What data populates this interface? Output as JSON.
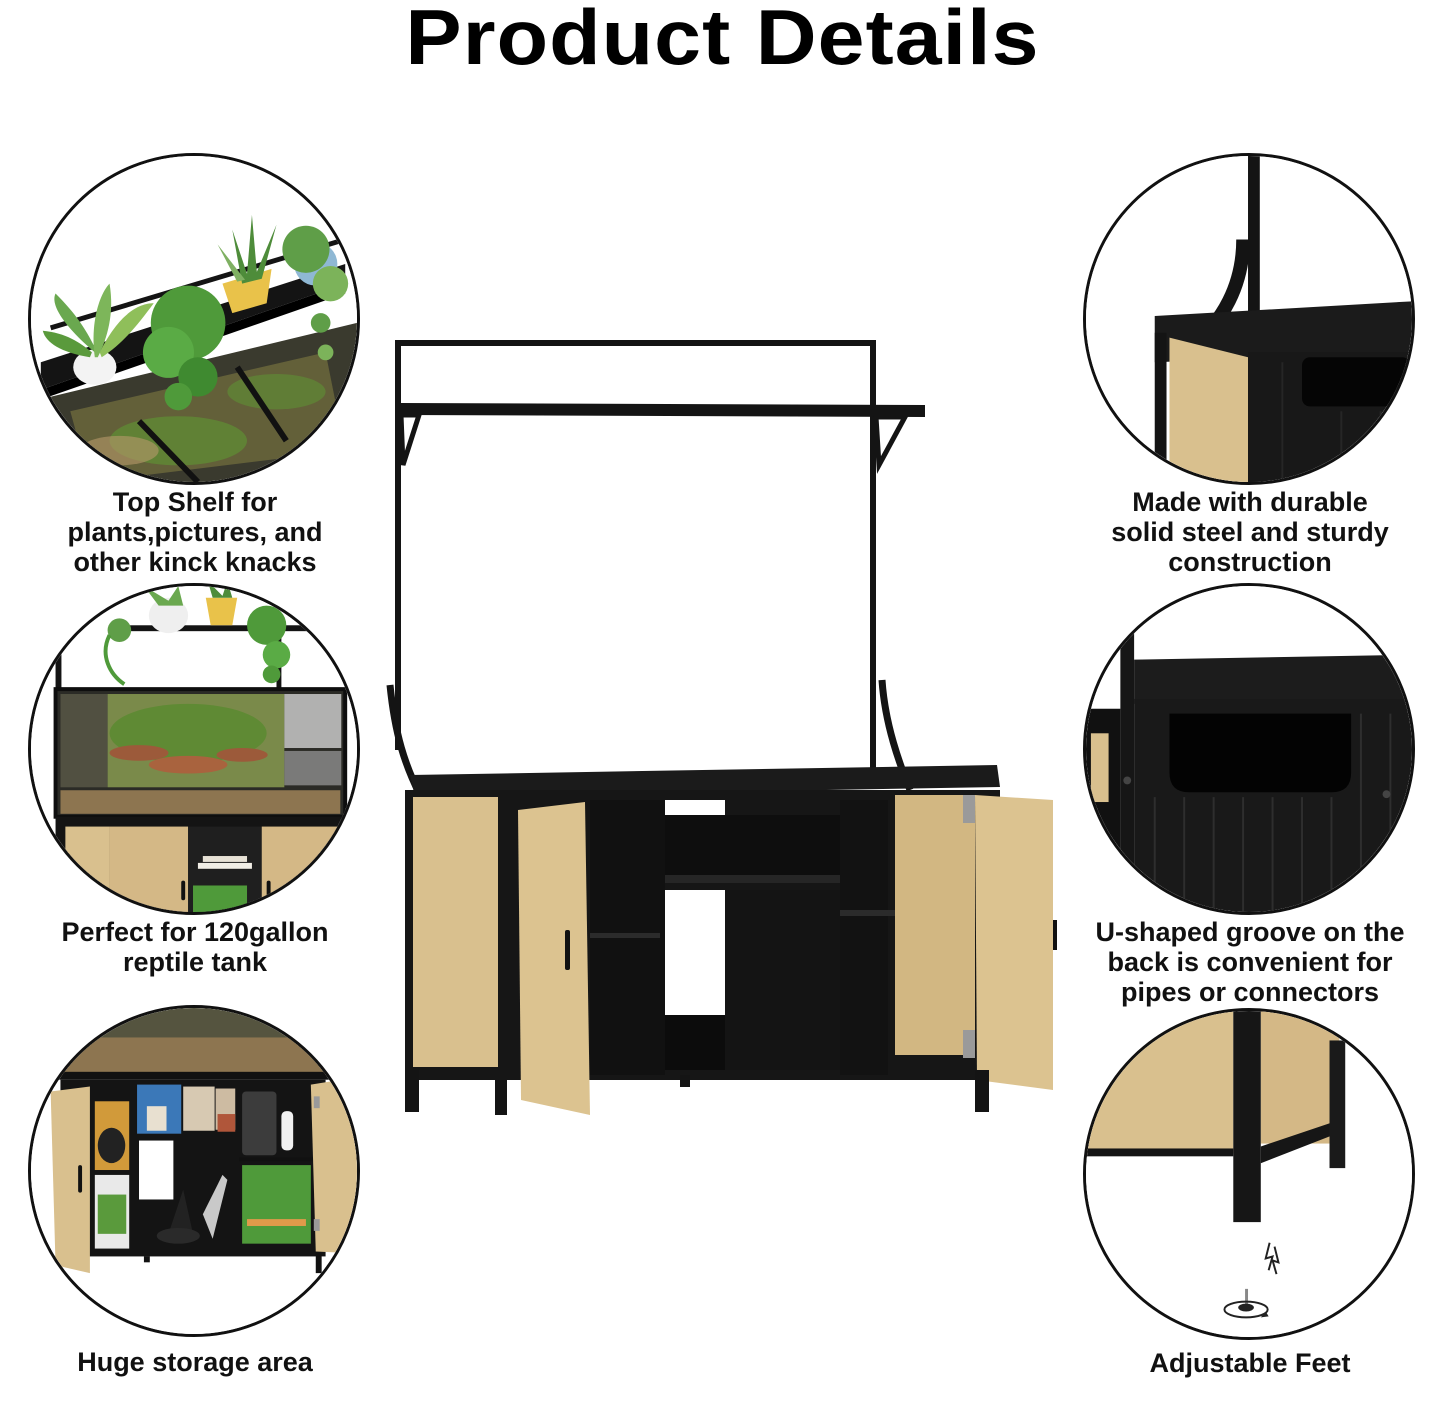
{
  "title": "Product Details",
  "colors": {
    "frame_black": "#141414",
    "cabinet_black": "#1b1b1b",
    "wood_oak": "#d9c08e",
    "wood_oak_dark": "#c9ac75",
    "plant_green": "#4f8f3a",
    "pot_yellow": "#e9c24a",
    "substrate_brown": "#8a6a45"
  },
  "features": [
    {
      "id": "top-shelf",
      "icon": "plant-shelf-icon",
      "caption_lines": [
        "Top Shelf for",
        "plants,pictures, and",
        "other kinck knacks"
      ]
    },
    {
      "id": "tank-fit",
      "icon": "reptile-tank-icon",
      "caption_lines": [
        "Perfect for 120gallon",
        "reptile tank"
      ]
    },
    {
      "id": "storage",
      "icon": "storage-cabinet-icon",
      "caption_lines": [
        "Huge storage area"
      ]
    },
    {
      "id": "steel",
      "icon": "steel-frame-icon",
      "caption_lines": [
        "Made with durable",
        "solid steel and sturdy",
        "construction"
      ]
    },
    {
      "id": "groove",
      "icon": "u-groove-icon",
      "caption_lines": [
        "U-shaped groove on the",
        "back is convenient for",
        "pipes or connectors"
      ]
    },
    {
      "id": "feet",
      "icon": "adjustable-foot-icon",
      "caption_lines": [
        "Adjustable Feet"
      ]
    }
  ]
}
